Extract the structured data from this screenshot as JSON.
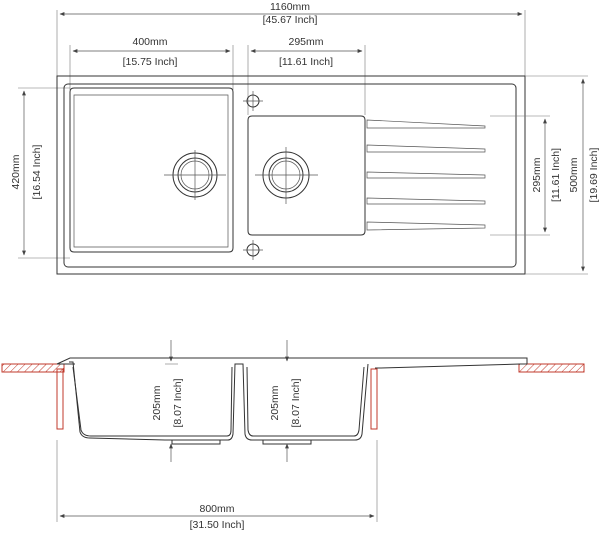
{
  "top_view": {
    "overall_width": {
      "mm": "1160mm",
      "inch": "[45.67 Inch]"
    },
    "main_bowl_width": {
      "mm": "400mm",
      "inch": "[15.75 Inch]"
    },
    "second_bowl_width": {
      "mm": "295mm",
      "inch": "[11.61 Inch]"
    },
    "main_bowl_depth": {
      "mm": "420mm",
      "inch": "[16.54 Inch]"
    },
    "second_bowl_depth": {
      "mm": "295mm",
      "inch": "[11.61 Inch]"
    },
    "overall_depth": {
      "mm": "500mm",
      "inch": "[19.69 Inch]"
    }
  },
  "section_view": {
    "main_bowl_height": {
      "mm": "205mm",
      "inch": "[8.07 Inch]"
    },
    "second_bowl_height": {
      "mm": "205mm",
      "inch": "[8.07 Inch]"
    },
    "cabinet_width": {
      "mm": "800mm",
      "inch": "[31.50 Inch]"
    }
  },
  "colors": {
    "line": "#333333",
    "accent": "#c0392b"
  }
}
